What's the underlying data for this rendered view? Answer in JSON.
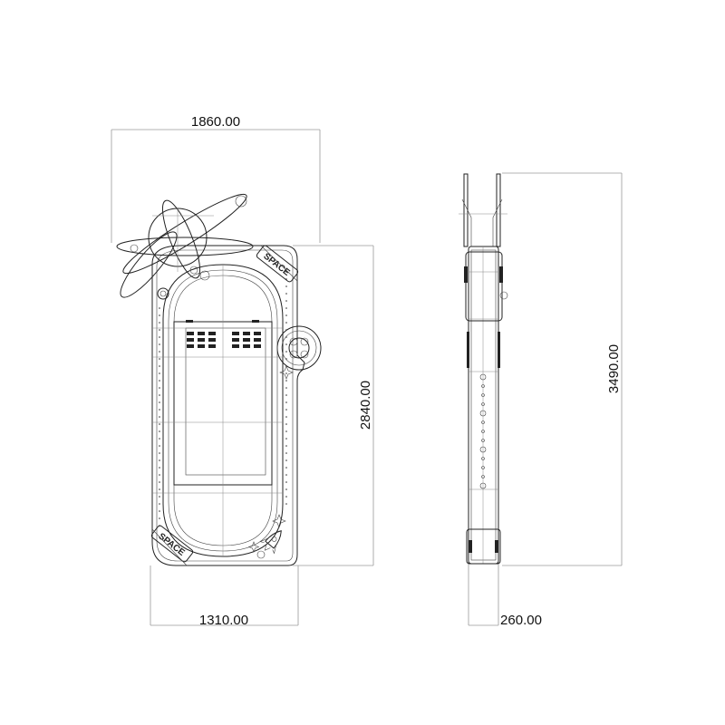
{
  "dimensions": {
    "front_width": "1860.00",
    "front_height": "2840.00",
    "front_base_width": "1310.00",
    "side_height": "3490.00",
    "side_depth": "260.00"
  },
  "labels": {
    "top_badge": "SPACE",
    "bottom_badge": "SPACE"
  },
  "colors": {
    "line": "#222222",
    "dimension": "#9a9a9a",
    "background": "#ffffff"
  }
}
